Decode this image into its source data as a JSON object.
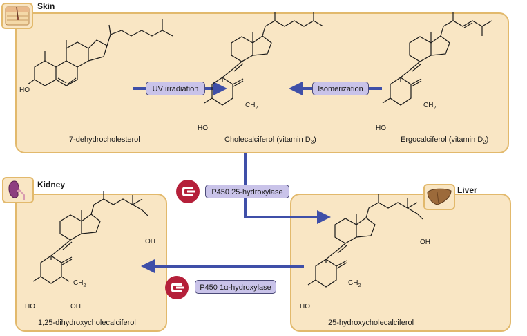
{
  "panels": {
    "skin": {
      "title": "Skin"
    },
    "kidney": {
      "title": "Kidney"
    },
    "liver": {
      "title": "Liver"
    }
  },
  "compounds": {
    "dehydrocholesterol": "7-dehydrocholesterol",
    "cholecalciferol": "Cholecalciferol (vitamin D",
    "cholecalciferol_sub": "3",
    "cholecalciferol_end": ")",
    "ergocalciferol": "Ergocalciferol (vitamin D",
    "ergocalciferol_sub": "2",
    "ergocalciferol_end": ")",
    "hydroxy25": "25-hydroxycholecalciferol",
    "dihydroxy": "1,25-dihydroxycholecalciferol"
  },
  "processes": {
    "uv": "UV irradiation",
    "isomerization": "Isomerization",
    "hydroxylase25": "P450 25-hydroxylase",
    "hydroxylase1a": "P450 1α-hydroxylase"
  },
  "atoms": {
    "ho": "HO",
    "oh": "OH",
    "ch2": "CH",
    "sub2": "2"
  },
  "icons": {
    "skin": "skin-icon",
    "kidney": "kidney-icon",
    "liver": "liver-icon",
    "enzyme": "enzyme-icon"
  },
  "colors": {
    "panel_fill": "#f9e6c4",
    "panel_border": "#e2b96c",
    "arrow": "#3f4fa8",
    "pill_fill": "#c9c3e9",
    "enzyme": "#b5203a"
  }
}
